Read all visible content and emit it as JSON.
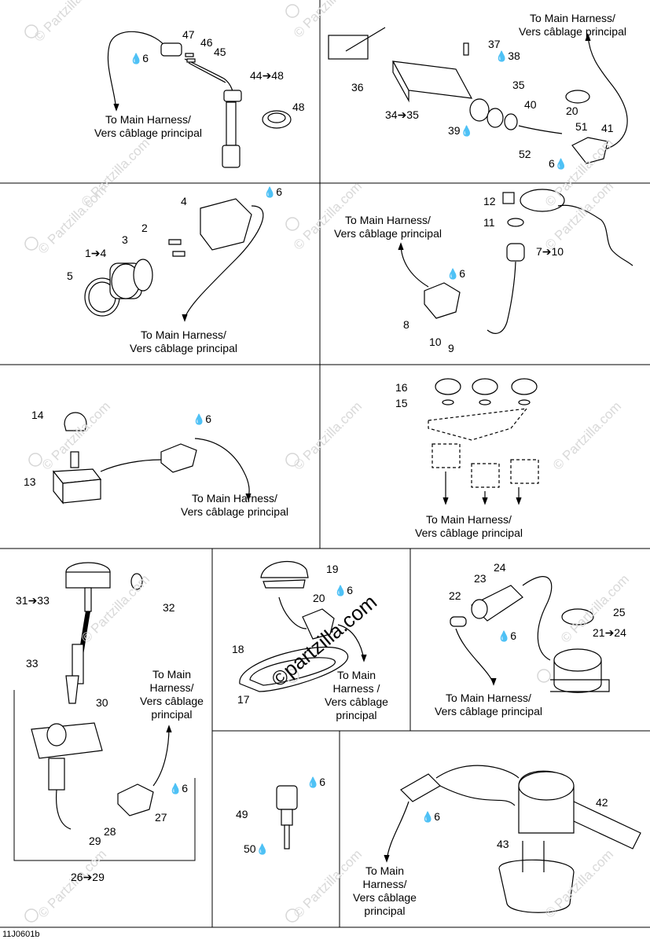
{
  "figure_code": "11J0601b",
  "watermark": "© Partzilla.com",
  "watermark_large": "©partzilla.com",
  "drop_symbol": "💧",
  "harness_labels": {
    "p1": [
      "To Main Harness/",
      "Vers câblage principal"
    ],
    "p2": [
      "To Main Harness/",
      "Vers câblage principal"
    ],
    "p3": [
      "To Main Harness/",
      "Vers câblage principal"
    ],
    "p4": [
      "To Main Harness/",
      "Vers câblage principal"
    ],
    "p5": [
      "To Main Harness/",
      "Vers câblage principal"
    ],
    "p6": [
      "To Main Harness/",
      "Vers câblage principal"
    ],
    "p7": [
      "To Main",
      "Harness/",
      "Vers câblage",
      "principal"
    ],
    "p8": [
      "To Main",
      "Harness /",
      "Vers câblage",
      "principal"
    ],
    "p9": [
      "To Main Harness/",
      "Vers câblage principal"
    ],
    "p10": [
      "To Main",
      "Harness/",
      "Vers câblage",
      "principal"
    ]
  },
  "callouts": {
    "c47": "47",
    "c46": "46",
    "c45": "45",
    "c44": "44➔48",
    "c48": "48",
    "c6a": "6",
    "c36": "36",
    "c37": "37",
    "c38": "38",
    "c35": "35",
    "c34": "34➔35",
    "c40": "40",
    "c20": "20",
    "c39": "39",
    "c51": "51",
    "c41": "41",
    "c52": "52",
    "c6b": "6",
    "c6c": "6",
    "c4": "4",
    "c2": "2",
    "c3": "3",
    "c1": "1➔4",
    "c5": "5",
    "c12": "12",
    "c11": "11",
    "c7": "7➔10",
    "c6d": "6",
    "c8": "8",
    "c10": "10",
    "c9": "9",
    "c14": "14",
    "c13": "13",
    "c6e": "6",
    "c16": "16",
    "c15": "15",
    "c31": "31➔33",
    "c32": "32",
    "c33": "33",
    "c30": "30",
    "c6f": "6",
    "c27": "27",
    "c28": "28",
    "c29": "29",
    "c26": "26➔29",
    "c19": "19",
    "c20b": "20",
    "c6g": "6",
    "c18": "18",
    "c17": "17",
    "c24": "24",
    "c23": "23",
    "c22": "22",
    "c25": "25",
    "c21": "21➔24",
    "c6h": "6",
    "c6i": "6",
    "c49": "49",
    "c50": "50",
    "c42": "42",
    "c43": "43",
    "c6j": "6"
  }
}
